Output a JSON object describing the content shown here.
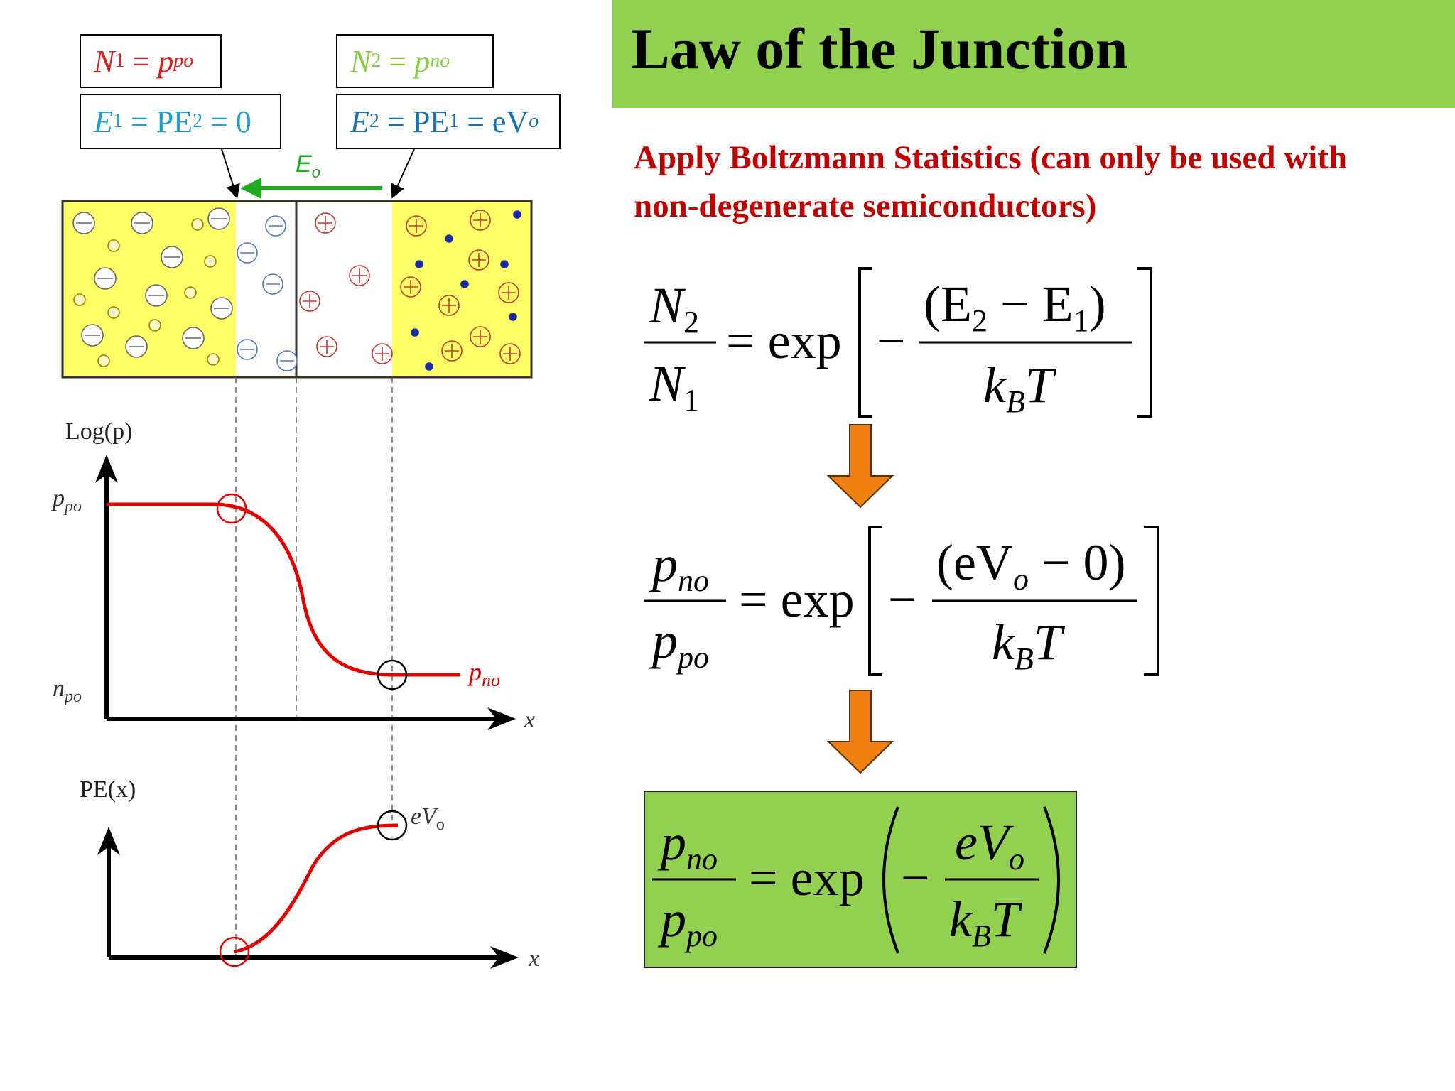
{
  "slide": {
    "title": "Law of the Junction",
    "subtitle": "Apply Boltzmann Statistics (can only be used with non-degenerate semiconductors)"
  },
  "labels": {
    "box_n1": {
      "lhs": "N",
      "lhs_sub": "1",
      "eq": " = ",
      "rhs": "p",
      "rhs_sub": "po"
    },
    "box_n2": {
      "lhs": "N",
      "lhs_sub": "2",
      "eq": " = ",
      "rhs": "p",
      "rhs_sub": "no"
    },
    "box_e1": {
      "lhs": "E",
      "lhs_sub": "1",
      "mid": " = PE",
      "mid_sub": "2",
      "rhs": " = 0"
    },
    "box_e2": {
      "lhs": "E",
      "lhs_sub": "2",
      "mid": " = PE",
      "mid_sub": "1",
      "rhs": " = eV",
      "rhs_sub": "o"
    },
    "field": "E",
    "field_sub": "o",
    "logp_axis": "Log(p)",
    "pe_axis": "PE(x)",
    "x_axis": "x",
    "ppo": "p",
    "ppo_sub": "po",
    "npo": "n",
    "npo_sub": "po",
    "pno": "p",
    "pno_sub": "no",
    "eVo": "eV",
    "eVo_sub": "o"
  },
  "equations": {
    "eq1": {
      "num": "N",
      "num_sub": "2",
      "den": "N",
      "den_sub": "1",
      "eq": "= exp",
      "minus": "−",
      "inner_num": "(E",
      "inner_num_sub1": "2",
      "inner_mid": " − E",
      "inner_num_sub2": "1",
      "inner_close": ")",
      "inner_den": "k",
      "inner_den_sub": "B",
      "inner_den_T": "T"
    },
    "eq2": {
      "num": "p",
      "num_sub": "no",
      "den": "p",
      "den_sub": "po",
      "eq": "= exp",
      "minus": "−",
      "inner_num": "(eV",
      "inner_num_sub": "o",
      "inner_rest": " − 0)",
      "inner_den": "k",
      "inner_den_sub": "B",
      "inner_den_T": "T"
    },
    "eq3": {
      "num": "p",
      "num_sub": "no",
      "den": "p",
      "den_sub": "po",
      "eq": "= exp",
      "minus": "−",
      "inner_num": "eV",
      "inner_num_sub": "o",
      "inner_den": "k",
      "inner_den_sub": "B",
      "inner_den_T": "T"
    }
  },
  "colors": {
    "title_bar": "#92d050",
    "subtitle": "#c00000",
    "arrow_fill": "#f08010",
    "curve": "#e00000",
    "p_region": "#ffff66",
    "field_arrow": "#22aa22",
    "n1_text": "#e02020",
    "n2_text": "#88cc44",
    "e_text": "#1a7fc0"
  }
}
